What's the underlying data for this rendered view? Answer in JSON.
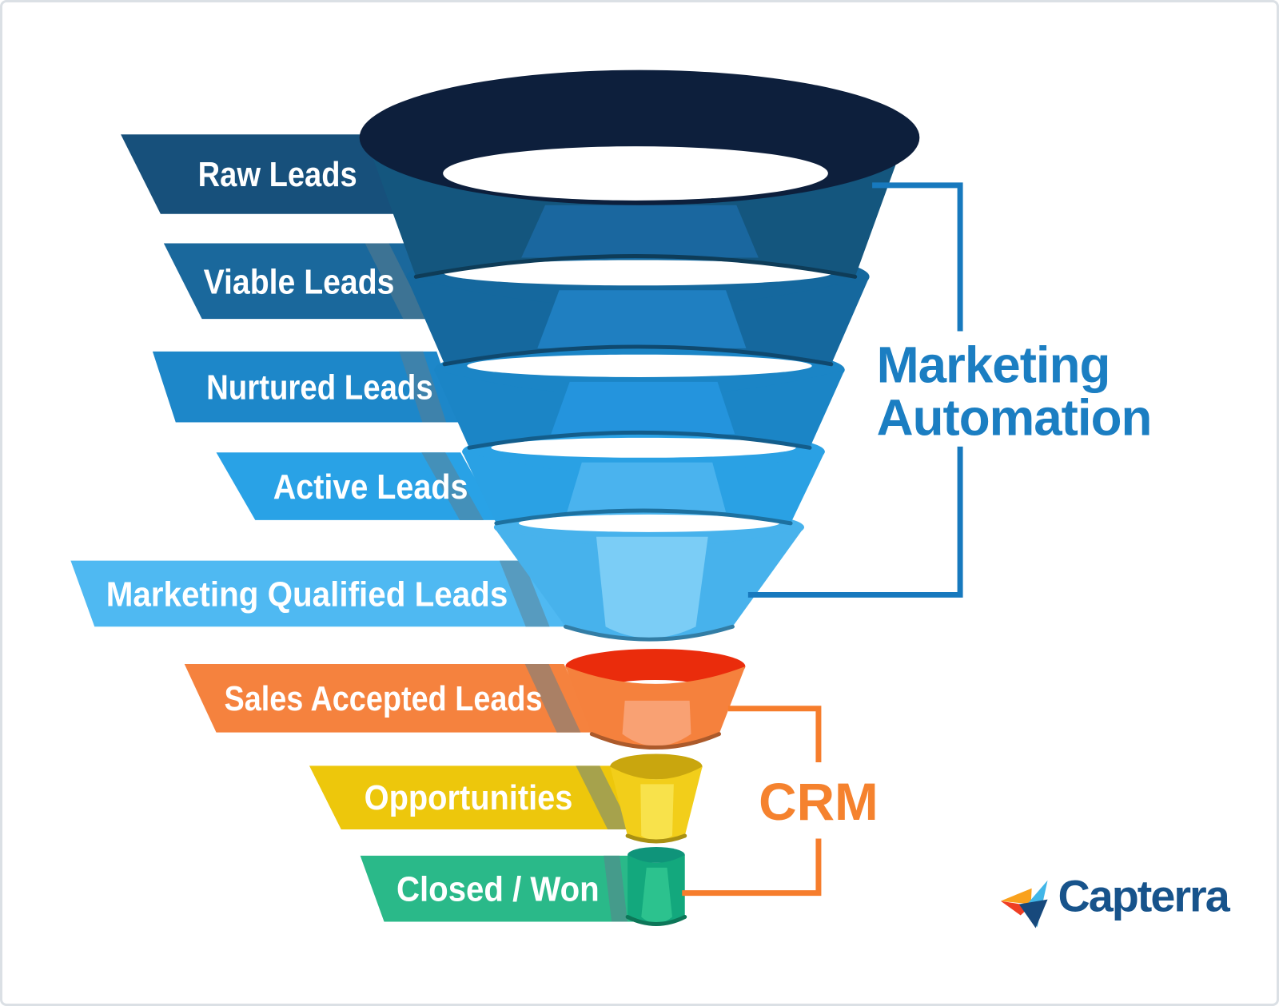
{
  "funnel": {
    "rim_color": "#0d1f3c",
    "stages": [
      {
        "label": "Raw Leads",
        "banner_color": "#17507b",
        "side_color": "#14567e",
        "front_color": "#1a679f"
      },
      {
        "label": "Viable Leads",
        "banner_color": "#1a689c",
        "side_color": "#15689e",
        "front_color": "#1f7fc1"
      },
      {
        "label": "Nurtured Leads",
        "banner_color": "#1d87c9",
        "side_color": "#1b85c6",
        "front_color": "#2494dd"
      },
      {
        "label": "Active Leads",
        "banner_color": "#29a2e6",
        "side_color": "#2aa1e4",
        "front_color": "#4ab3ee"
      },
      {
        "label": "Marketing Qualified Leads",
        "banner_color": "#4fb9f2",
        "side_color": "#47b2ec",
        "front_color": "#7bcdf6"
      },
      {
        "label": "Sales Accepted Leads",
        "banner_color": "#f5823e",
        "side_color": "#f5813d",
        "front_color": "#f9a173",
        "top_color": "#ea2c0c"
      },
      {
        "label": "Opportunities",
        "banner_color": "#edc70c",
        "side_color": "#f2ce1a",
        "front_color": "#f8e24b",
        "top_color": "#c9a60e"
      },
      {
        "label": "Closed / Won",
        "banner_color": "#2ab989",
        "side_color": "#13a87d",
        "front_color": "#2cc28e",
        "top_color": "#0f947a"
      }
    ]
  },
  "annotations": {
    "marketing_automation": {
      "line1": "Marketing",
      "line2": "Automation",
      "text_color": "#1b7ec2",
      "bracket_color": "#1779be"
    },
    "crm": {
      "label": "CRM",
      "text_color": "#f5822e",
      "bracket_color": "#f67d2c"
    }
  },
  "logo": {
    "text": "Capterra",
    "text_color": "#17538b",
    "icon_colors": {
      "orange": "#f9a11d",
      "red": "#ef3e23",
      "cyan": "#41b6e8",
      "navy": "#17497c"
    }
  }
}
